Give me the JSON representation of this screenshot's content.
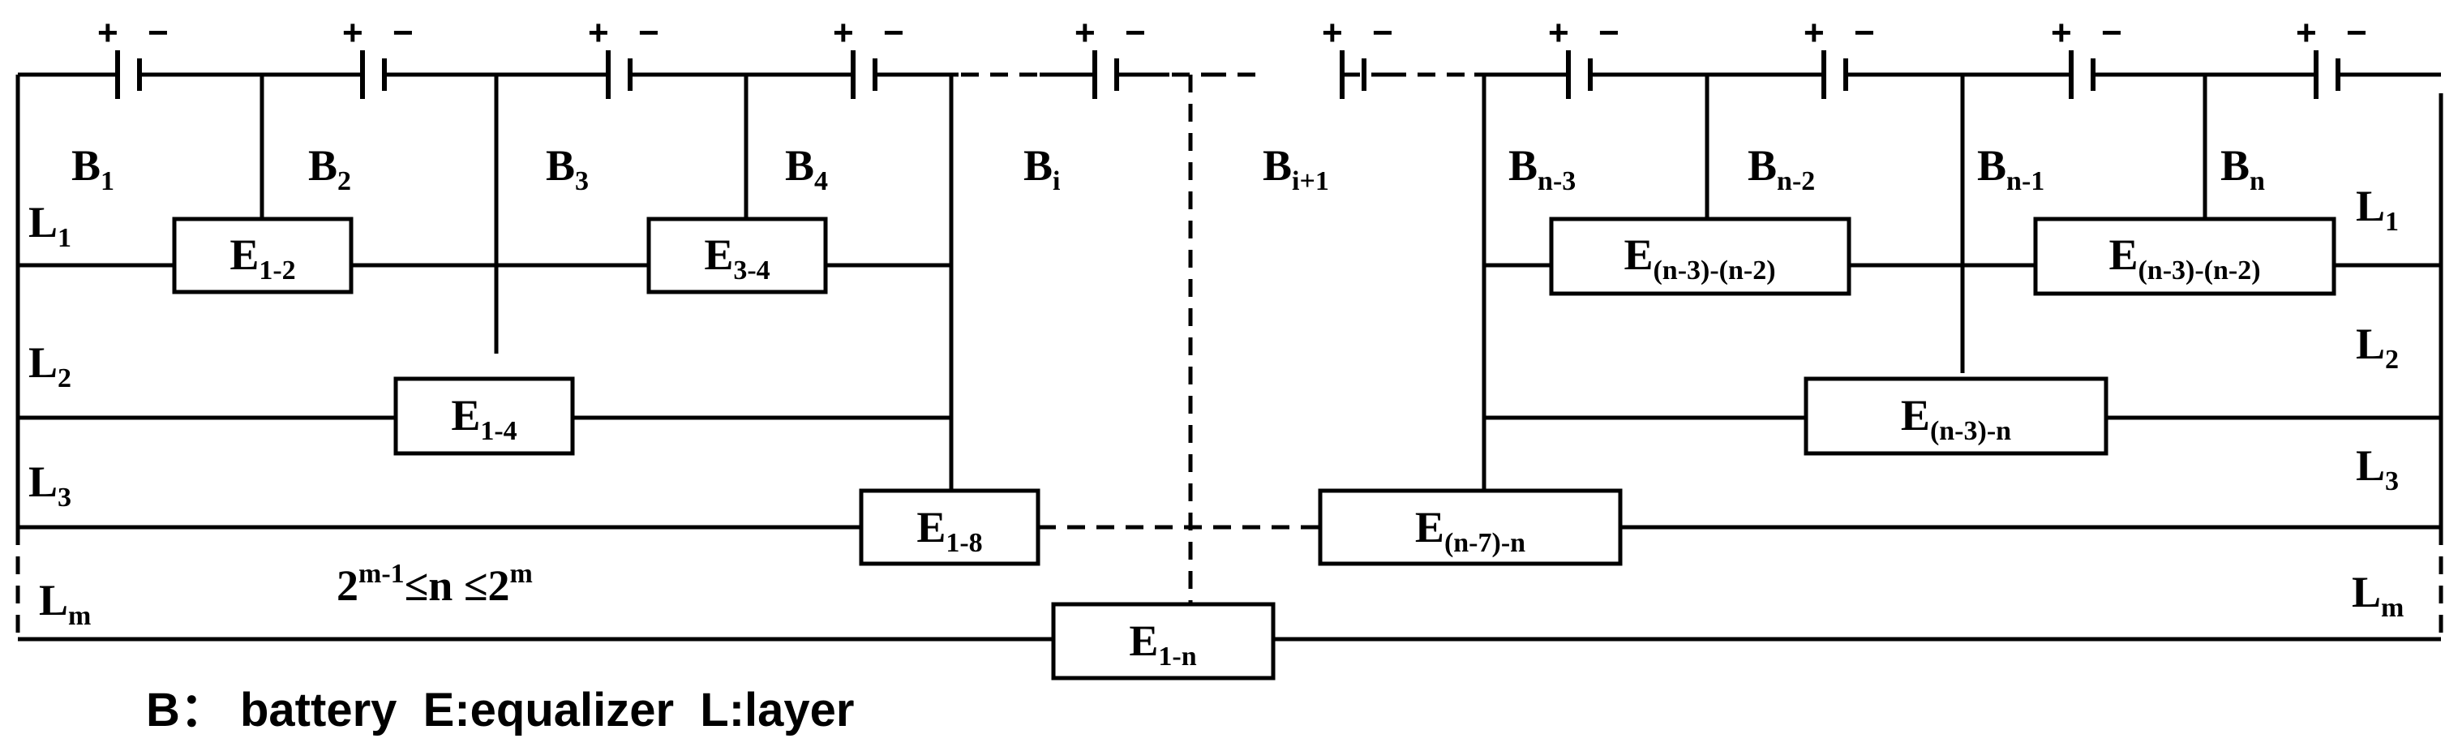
{
  "batteries": [
    {
      "id": "b1",
      "base": "B",
      "sub": "1"
    },
    {
      "id": "b2",
      "base": "B",
      "sub": "2"
    },
    {
      "id": "b3",
      "base": "B",
      "sub": "3"
    },
    {
      "id": "b4",
      "base": "B",
      "sub": "4"
    },
    {
      "id": "bi",
      "base": "B",
      "sub": "i"
    },
    {
      "id": "bi1",
      "base": "B",
      "sub": "i+1"
    },
    {
      "id": "bn3",
      "base": "B",
      "sub": "n-3"
    },
    {
      "id": "bn2",
      "base": "B",
      "sub": "n-2"
    },
    {
      "id": "bn1",
      "base": "B",
      "sub": "n-1"
    },
    {
      "id": "bn",
      "base": "B",
      "sub": "n"
    }
  ],
  "polarity": {
    "plus": "+",
    "minus": "−"
  },
  "equalizers": [
    {
      "id": "e12",
      "base": "E",
      "sub": "1-2"
    },
    {
      "id": "e34",
      "base": "E",
      "sub": "3-4"
    },
    {
      "id": "en3n2a",
      "base": "E",
      "sub": "(n-3)-(n-2)"
    },
    {
      "id": "en3n2b",
      "base": "E",
      "sub": "(n-3)-(n-2)"
    },
    {
      "id": "e14",
      "base": "E",
      "sub": "1-4"
    },
    {
      "id": "en3n",
      "base": "E",
      "sub": "(n-3)-n"
    },
    {
      "id": "e18",
      "base": "E",
      "sub": "1-8"
    },
    {
      "id": "en7n",
      "base": "E",
      "sub": "(n-7)-n"
    },
    {
      "id": "e1n",
      "base": "E",
      "sub": "1-n"
    }
  ],
  "layers": {
    "left": [
      {
        "id": "l1",
        "base": "L",
        "sub": "1"
      },
      {
        "id": "l2",
        "base": "L",
        "sub": "2"
      },
      {
        "id": "l3",
        "base": "L",
        "sub": "3"
      },
      {
        "id": "lm",
        "base": "L",
        "sub": "m"
      }
    ],
    "right": [
      {
        "id": "l1",
        "base": "L",
        "sub": "1"
      },
      {
        "id": "l2",
        "base": "L",
        "sub": "2"
      },
      {
        "id": "l3",
        "base": "L",
        "sub": "3"
      },
      {
        "id": "lm",
        "base": "L",
        "sub": "m"
      }
    ]
  },
  "formula": {
    "base1": "2",
    "exp1": "m-1",
    "middle": "≤n ≤",
    "base2": "2",
    "exp2": "m"
  },
  "legend": "B： battery  E:equalizer  L:layer"
}
